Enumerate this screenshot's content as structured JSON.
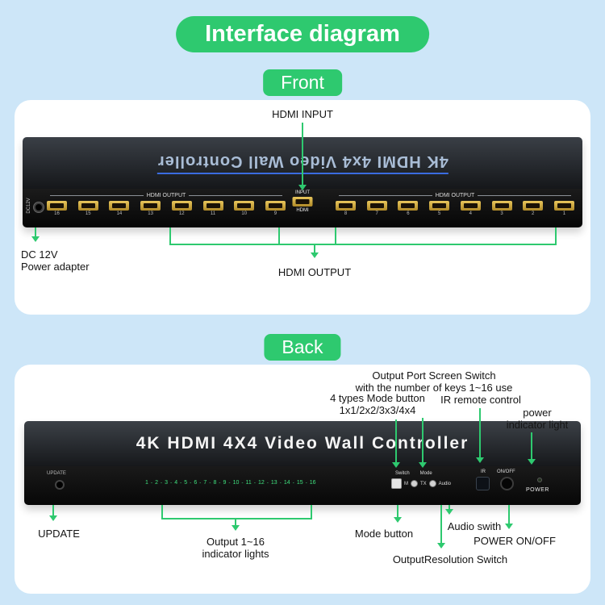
{
  "title": "Interface diagram",
  "colors": {
    "accent": "#2ec96f",
    "background": "#cde6f8"
  },
  "front": {
    "section_label": "Front",
    "callouts": {
      "hdmi_input": "HDMI INPUT",
      "dc_line1": "DC 12V",
      "dc_line2": "Power adapter",
      "hdmi_output": "HDMI OUTPUT"
    },
    "device": {
      "top_text": "4K HDMI 4x4 Video Wall Controller",
      "dc_port_label": "DC12V",
      "output_group_label": "HDMI OUTPUT",
      "input_top": "INPUT",
      "input_bottom": "HDMI",
      "left_ports": [
        "16",
        "15",
        "14",
        "13",
        "12",
        "11",
        "10",
        "9"
      ],
      "right_ports": [
        "8",
        "7",
        "6",
        "5",
        "4",
        "3",
        "2",
        "1"
      ]
    }
  },
  "back": {
    "section_label": "Back",
    "callouts": {
      "screen_switch_line1": "Output Port Screen Switch",
      "screen_switch_line2": "with the number of keys 1~16 use",
      "mode_types_line1": "4 types Mode button",
      "mode_types_line2": "1x1/2x2/3x3/4x4",
      "ir_remote": "IR remote control",
      "power_indicator_line1": "power",
      "power_indicator_line2": "indicator light",
      "update": "UPDATE",
      "indicators_line1": "Output 1~16",
      "indicators_line2": "indicator lights",
      "mode_button": "Mode button",
      "audio_switch": "Audio swith",
      "power_onoff": "POWER  ON/OFF",
      "output_resolution": "OutputResolution Switch"
    },
    "device": {
      "top_text": "4K HDMI 4X4 Video Wall Controller",
      "update_label": "UPDATE",
      "indicator_numbers": [
        "1",
        "2",
        "3",
        "4",
        "5",
        "6",
        "7",
        "8",
        "9",
        "10",
        "11",
        "12",
        "13",
        "14",
        "15",
        "16"
      ],
      "switch_label": "Switch",
      "mode_label": "Mode",
      "m_label": "M",
      "tx_label": "TX",
      "audio_label": "Audio",
      "ir_label": "IR",
      "onoff_label": "ON/OFF",
      "power_label": "POWER"
    }
  }
}
